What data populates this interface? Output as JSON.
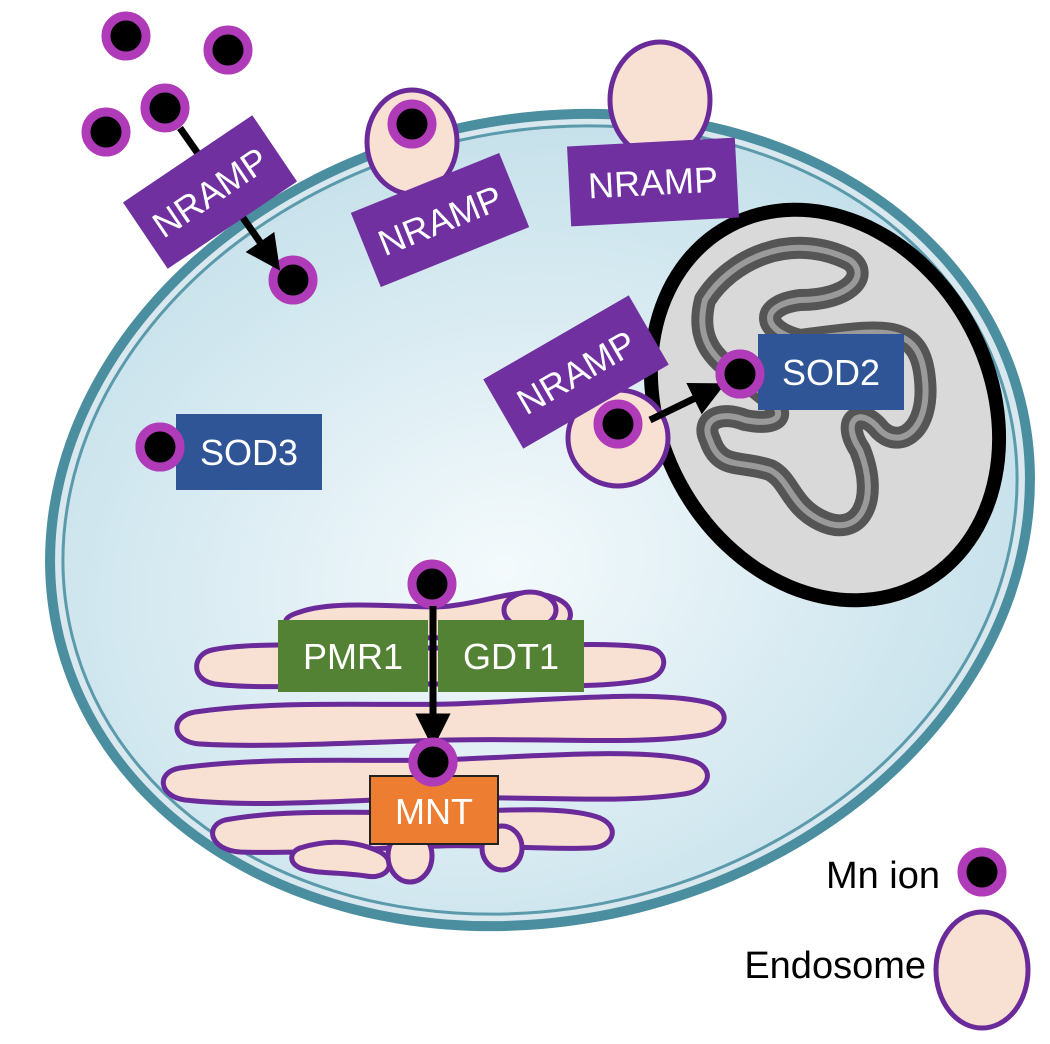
{
  "labels": {
    "nramp_outer": "NRAMP",
    "nramp_vesicle": "NRAMP",
    "nramp_empty_vesicle": "NRAMP",
    "nramp_mito": "NRAMP",
    "sod2": "SOD2",
    "sod3": "SOD3",
    "pmr1": "PMR1",
    "gdt1": "GDT1",
    "mnt": "MNT"
  },
  "legend": {
    "mn_ion": "Mn ion",
    "endosome": "Endosome"
  },
  "colors": {
    "nramp": "#7030a0",
    "sod": "#2f5597",
    "golgi_transporter": "#548235",
    "mnt": "#ed7d31",
    "ion_ring": "#b03bb8",
    "ion_core": "#000000",
    "endosome_fill": "#f8e0d3",
    "endosome_border": "#6a2a9a",
    "cell_membrane": "#4a8ea0",
    "cytoplasm": "#cfe7ef"
  }
}
